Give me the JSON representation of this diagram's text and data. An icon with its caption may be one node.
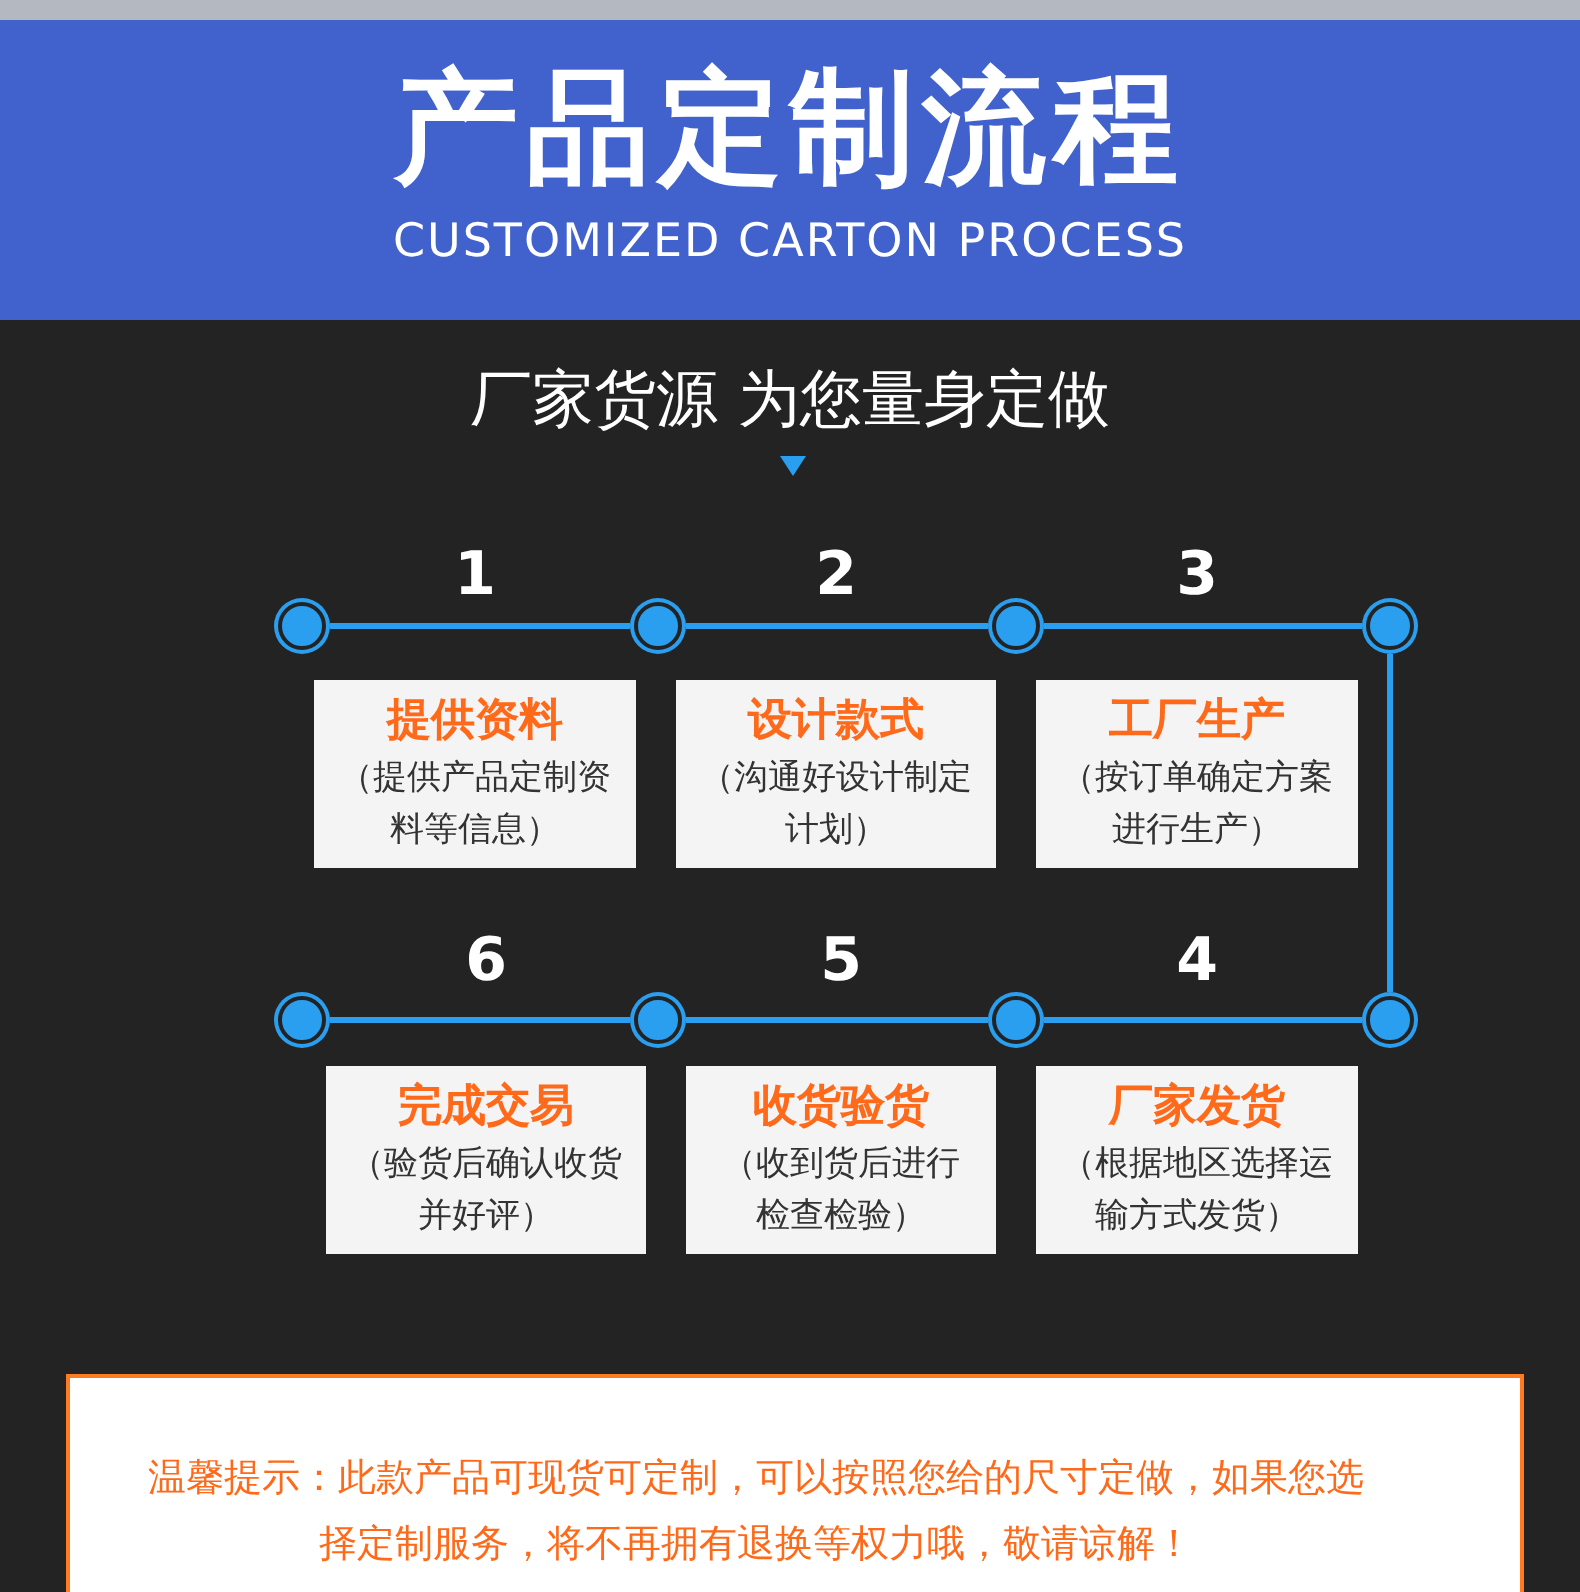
{
  "diagram": {
    "title": "产品定制流程",
    "nodes": [
      {
        "text": [],
        "shape": "circle"
      },
      {
        "text": [],
        "shape": "circle"
      },
      {
        "text": [],
        "shape": "circle"
      },
      {
        "text": [],
        "shape": "circle"
      },
      {
        "text": [
          "提供资料",
          "（提供产品定制资料等信息）"
        ],
        "beside": [
          "1"
        ]
      },
      {
        "text": [
          "设计款式",
          "（沟通好设计制定计划）"
        ],
        "beside": [
          "2"
        ]
      },
      {
        "text": [
          "工厂生产",
          "（按订单确定方案进行生产）"
        ],
        "beside": [
          "3"
        ]
      },
      {
        "text": [],
        "shape": "circle"
      },
      {
        "text": [],
        "shape": "circle"
      },
      {
        "text": [],
        "shape": "circle"
      },
      {
        "text": [],
        "shape": "circle"
      },
      {
        "text": [
          "完成交易",
          "（验货后确认收货并好评）"
        ],
        "beside": [
          "6"
        ]
      },
      {
        "text": [
          "收货验货",
          "（收到货后进行检查检验）"
        ],
        "beside": [
          "5"
        ]
      },
      {
        "text": [
          "厂家发货",
          "（根据地区选择运输方式发货）"
        ],
        "beside": [
          "4"
        ]
      },
      {
        "text": [
          "温馨提示：此款产品可现货可定制，可以按照您给的尺寸定做，如果您选择定制服务，将不再拥有退换等权力哦，敬请谅解！"
        ]
      }
    ],
    "edges": [
      {
        "from": 0,
        "to": 1,
        "arrow": "none"
      },
      {
        "from": 1,
        "to": 2,
        "arrow": "none"
      },
      {
        "from": 2,
        "to": 3,
        "arrow": "none"
      },
      {
        "from": 3,
        "to": 10,
        "arrow": "none"
      },
      {
        "from": 10,
        "to": 9,
        "arrow": "none"
      },
      {
        "from": 9,
        "to": 8,
        "arrow": "none"
      },
      {
        "from": 8,
        "to": 7,
        "arrow": "none"
      }
    ],
    "labels": [
      "CUSTOMIZED CARTON PROCESS",
      "厂家货源 为您量身定做"
    ]
  }
}
